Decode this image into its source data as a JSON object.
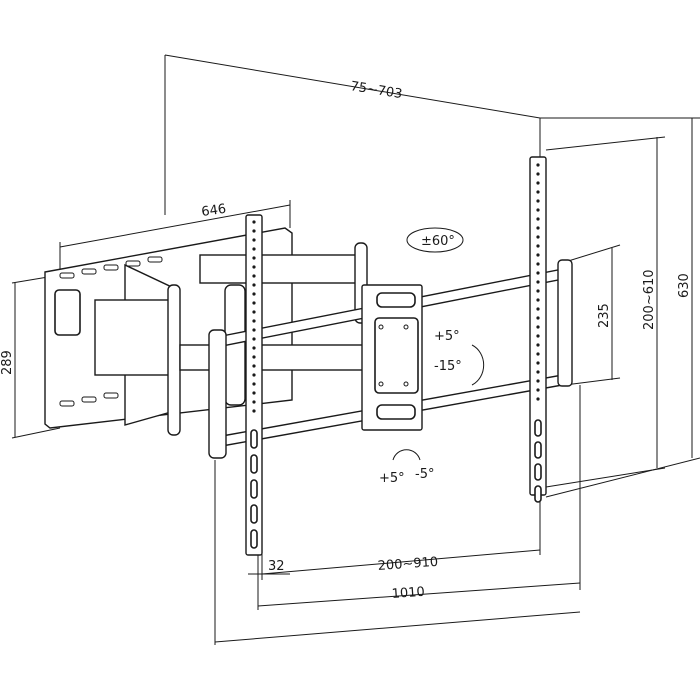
{
  "diagram": {
    "dimensions": {
      "wall_to_tv_depth": "75~703",
      "wall_plate_width": "646",
      "wall_plate_height": "289",
      "vesa_vertical_min": "235",
      "vesa_vertical_range": "200~610",
      "rail_height": "630",
      "rail_offset": "32",
      "vesa_horizontal_range": "200~910",
      "bar_width": "1010"
    },
    "rotations": {
      "swivel": "±60°",
      "tilt_up": "+5°",
      "tilt_down": "-15°",
      "level_plus": "+5°",
      "level_minus": "-5°"
    }
  }
}
